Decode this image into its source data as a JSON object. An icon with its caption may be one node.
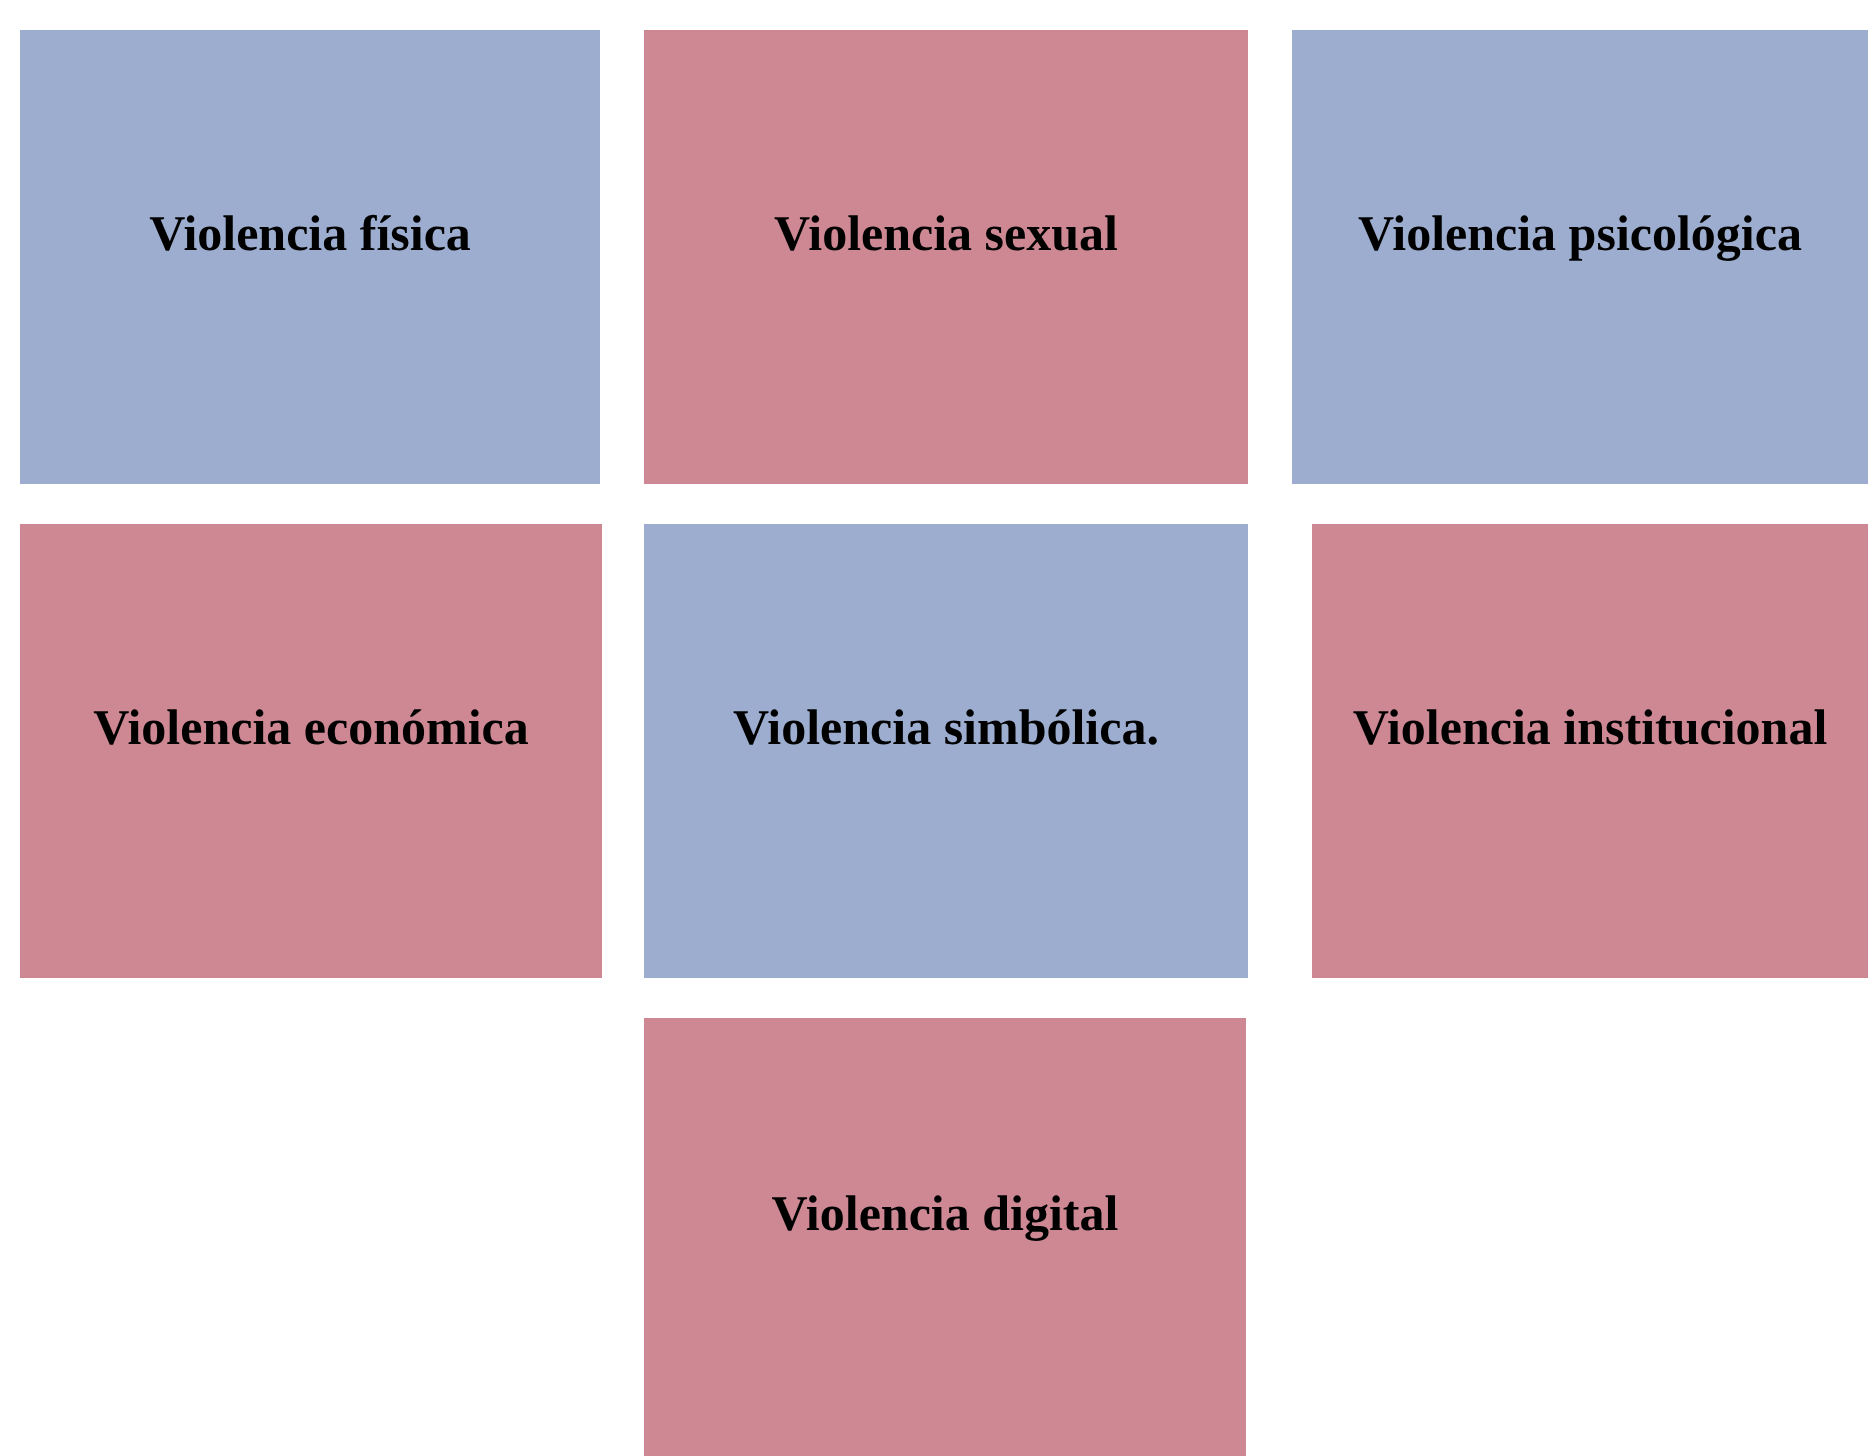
{
  "diagram": {
    "nodes": [
      {
        "text": [
          "Violencia física"
        ]
      },
      {
        "text": [
          "Violencia sexual"
        ]
      },
      {
        "text": [
          "Violencia psicológica"
        ]
      },
      {
        "text": [
          "Violencia económica"
        ]
      },
      {
        "text": [
          "Violencia simbólica."
        ]
      },
      {
        "text": [
          "Violencia institucional"
        ]
      },
      {
        "text": [
          "Violencia digital"
        ]
      }
    ]
  }
}
